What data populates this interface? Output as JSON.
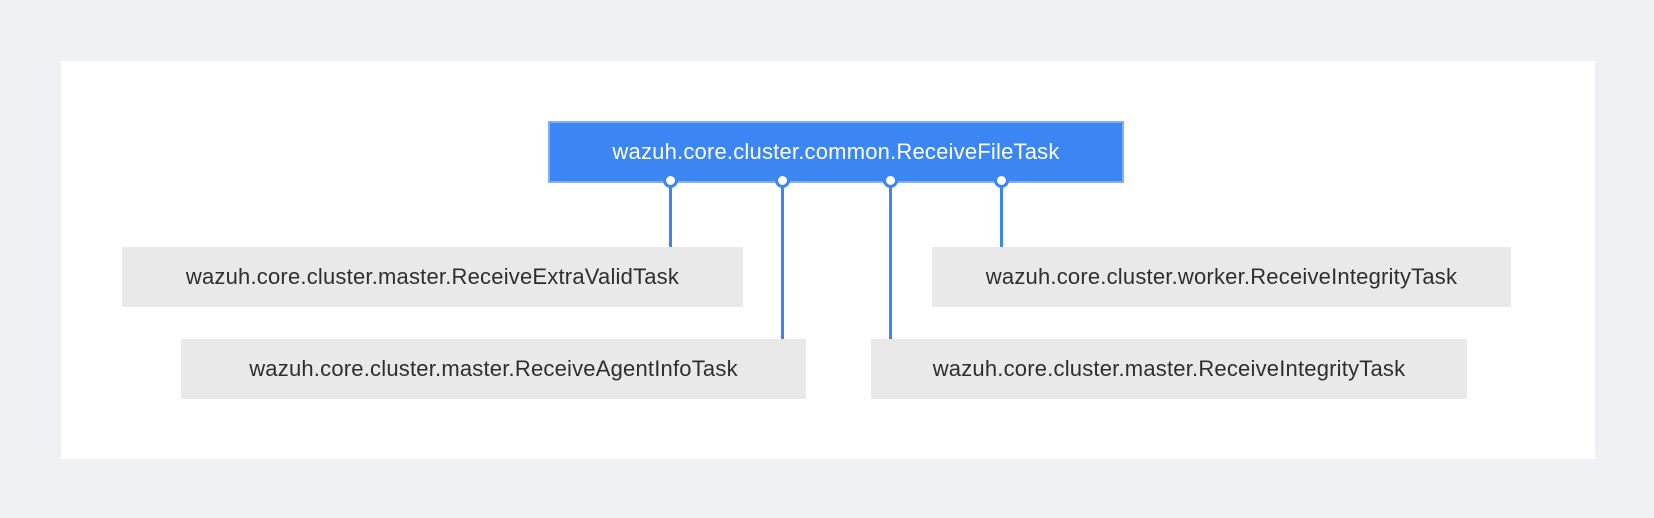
{
  "diagram": {
    "type": "class-inheritance",
    "parent": {
      "label": "wazuh.core.cluster.common.ReceiveFileTask"
    },
    "children": [
      {
        "label": "wazuh.core.cluster.master.ReceiveExtraValidTask"
      },
      {
        "label": "wazuh.core.cluster.master.ReceiveAgentInfoTask"
      },
      {
        "label": "wazuh.core.cluster.worker.ReceiveIntegrityTask"
      },
      {
        "label": "wazuh.core.cluster.master.ReceiveIntegrityTask"
      }
    ],
    "colors": {
      "page_bg": "#eff1f5",
      "panel_bg": "#ffffff",
      "parent_bg": "#3b86f3",
      "parent_border": "#7fadf6",
      "parent_text": "#ffffff",
      "child_bg": "#e9e9e9",
      "child_text": "#2e2e2e",
      "connector": "#3b86f3",
      "connector_dot_fill": "#ffffff"
    }
  }
}
